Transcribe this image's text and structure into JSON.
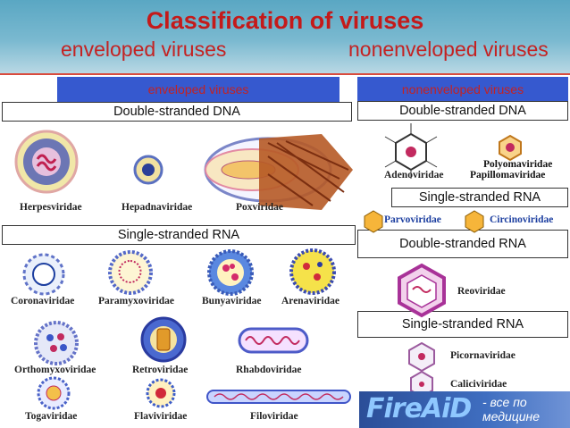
{
  "title": "Classification of viruses",
  "header": {
    "left": "enveloped viruses",
    "right": "nonenveloped viruses"
  },
  "bars": {
    "left": "enveloped viruses",
    "right": "nonenveloped viruses"
  },
  "enveloped": {
    "ds_dna_label": "Double-stranded DNA",
    "ds_dna_viruses": [
      "Herpesviridae",
      "Hepadnaviridae",
      "Poxviridae"
    ],
    "ss_rna_label": "Single-stranded RNA",
    "ss_rna_viruses": [
      "Coronaviridae",
      "Paramyxoviridae",
      "Bunyaviridae",
      "Arenaviridae",
      "Orthomyxoviridae",
      "Retroviridae",
      "Rhabdoviridae",
      "Togaviridae",
      "Flaviviridae",
      "Filoviridae"
    ]
  },
  "nonenveloped": {
    "ds_dna_label": "Double-stranded DNA",
    "ds_dna_viruses": [
      "Adenoviridae",
      "Polyomaviridae",
      "Papillomaviridae"
    ],
    "ss_dna_label": "Single-stranded RNA",
    "ss_dna_viruses": [
      "Parvoviridae",
      "Circinoviridae"
    ],
    "ds_rna_label": "Double-stranded RNA",
    "ds_rna_viruses": [
      "Reoviridae"
    ],
    "ss_rna_label": "Single-stranded RNA",
    "ss_rna_viruses": [
      "Picornaviridae",
      "Caliciviridae"
    ]
  },
  "logo": {
    "text": "FireAiD",
    "tagline_1": "- все по",
    "tagline_2": "медицине"
  }
}
